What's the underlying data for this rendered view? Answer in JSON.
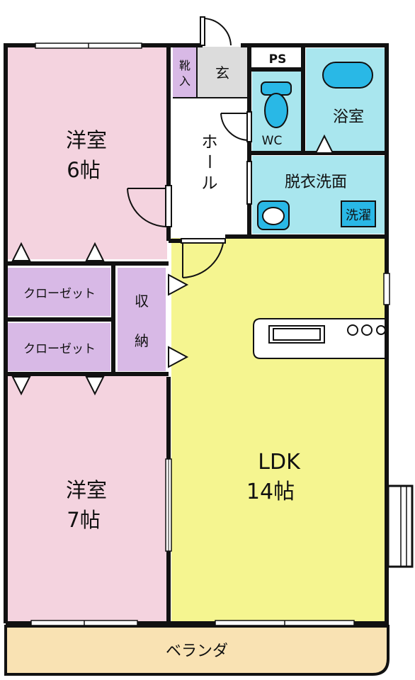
{
  "colors": {
    "bedroom": "#f4d3df",
    "storage": "#d8b9e6",
    "ldk": "#f5f590",
    "wet": "#a9e6ee",
    "fixture": "#29b8e6",
    "balcony": "#f9e2b3",
    "entrance": "#dcdcdc",
    "wall": "#111111"
  },
  "rooms": {
    "bedroom1": {
      "name": "洋室",
      "size": "6帖"
    },
    "bedroom2": {
      "name": "洋室",
      "size": "7帖"
    },
    "closet1": "クローゼット",
    "closet2": "クローゼット",
    "storage": {
      "line1": "収",
      "line2": "納"
    },
    "shoe": {
      "line1": "靴",
      "line2": "入"
    },
    "genkan": "玄",
    "hall": {
      "line1": "ホ",
      "line2": "ー",
      "line3": "ル"
    },
    "ps": "PS",
    "wc": "WC",
    "bath": "浴室",
    "washroom": "脱衣洗面",
    "laundry": "洗濯",
    "ldk": {
      "name": "LDK",
      "size": "14帖"
    },
    "balcony": "ベランダ"
  }
}
